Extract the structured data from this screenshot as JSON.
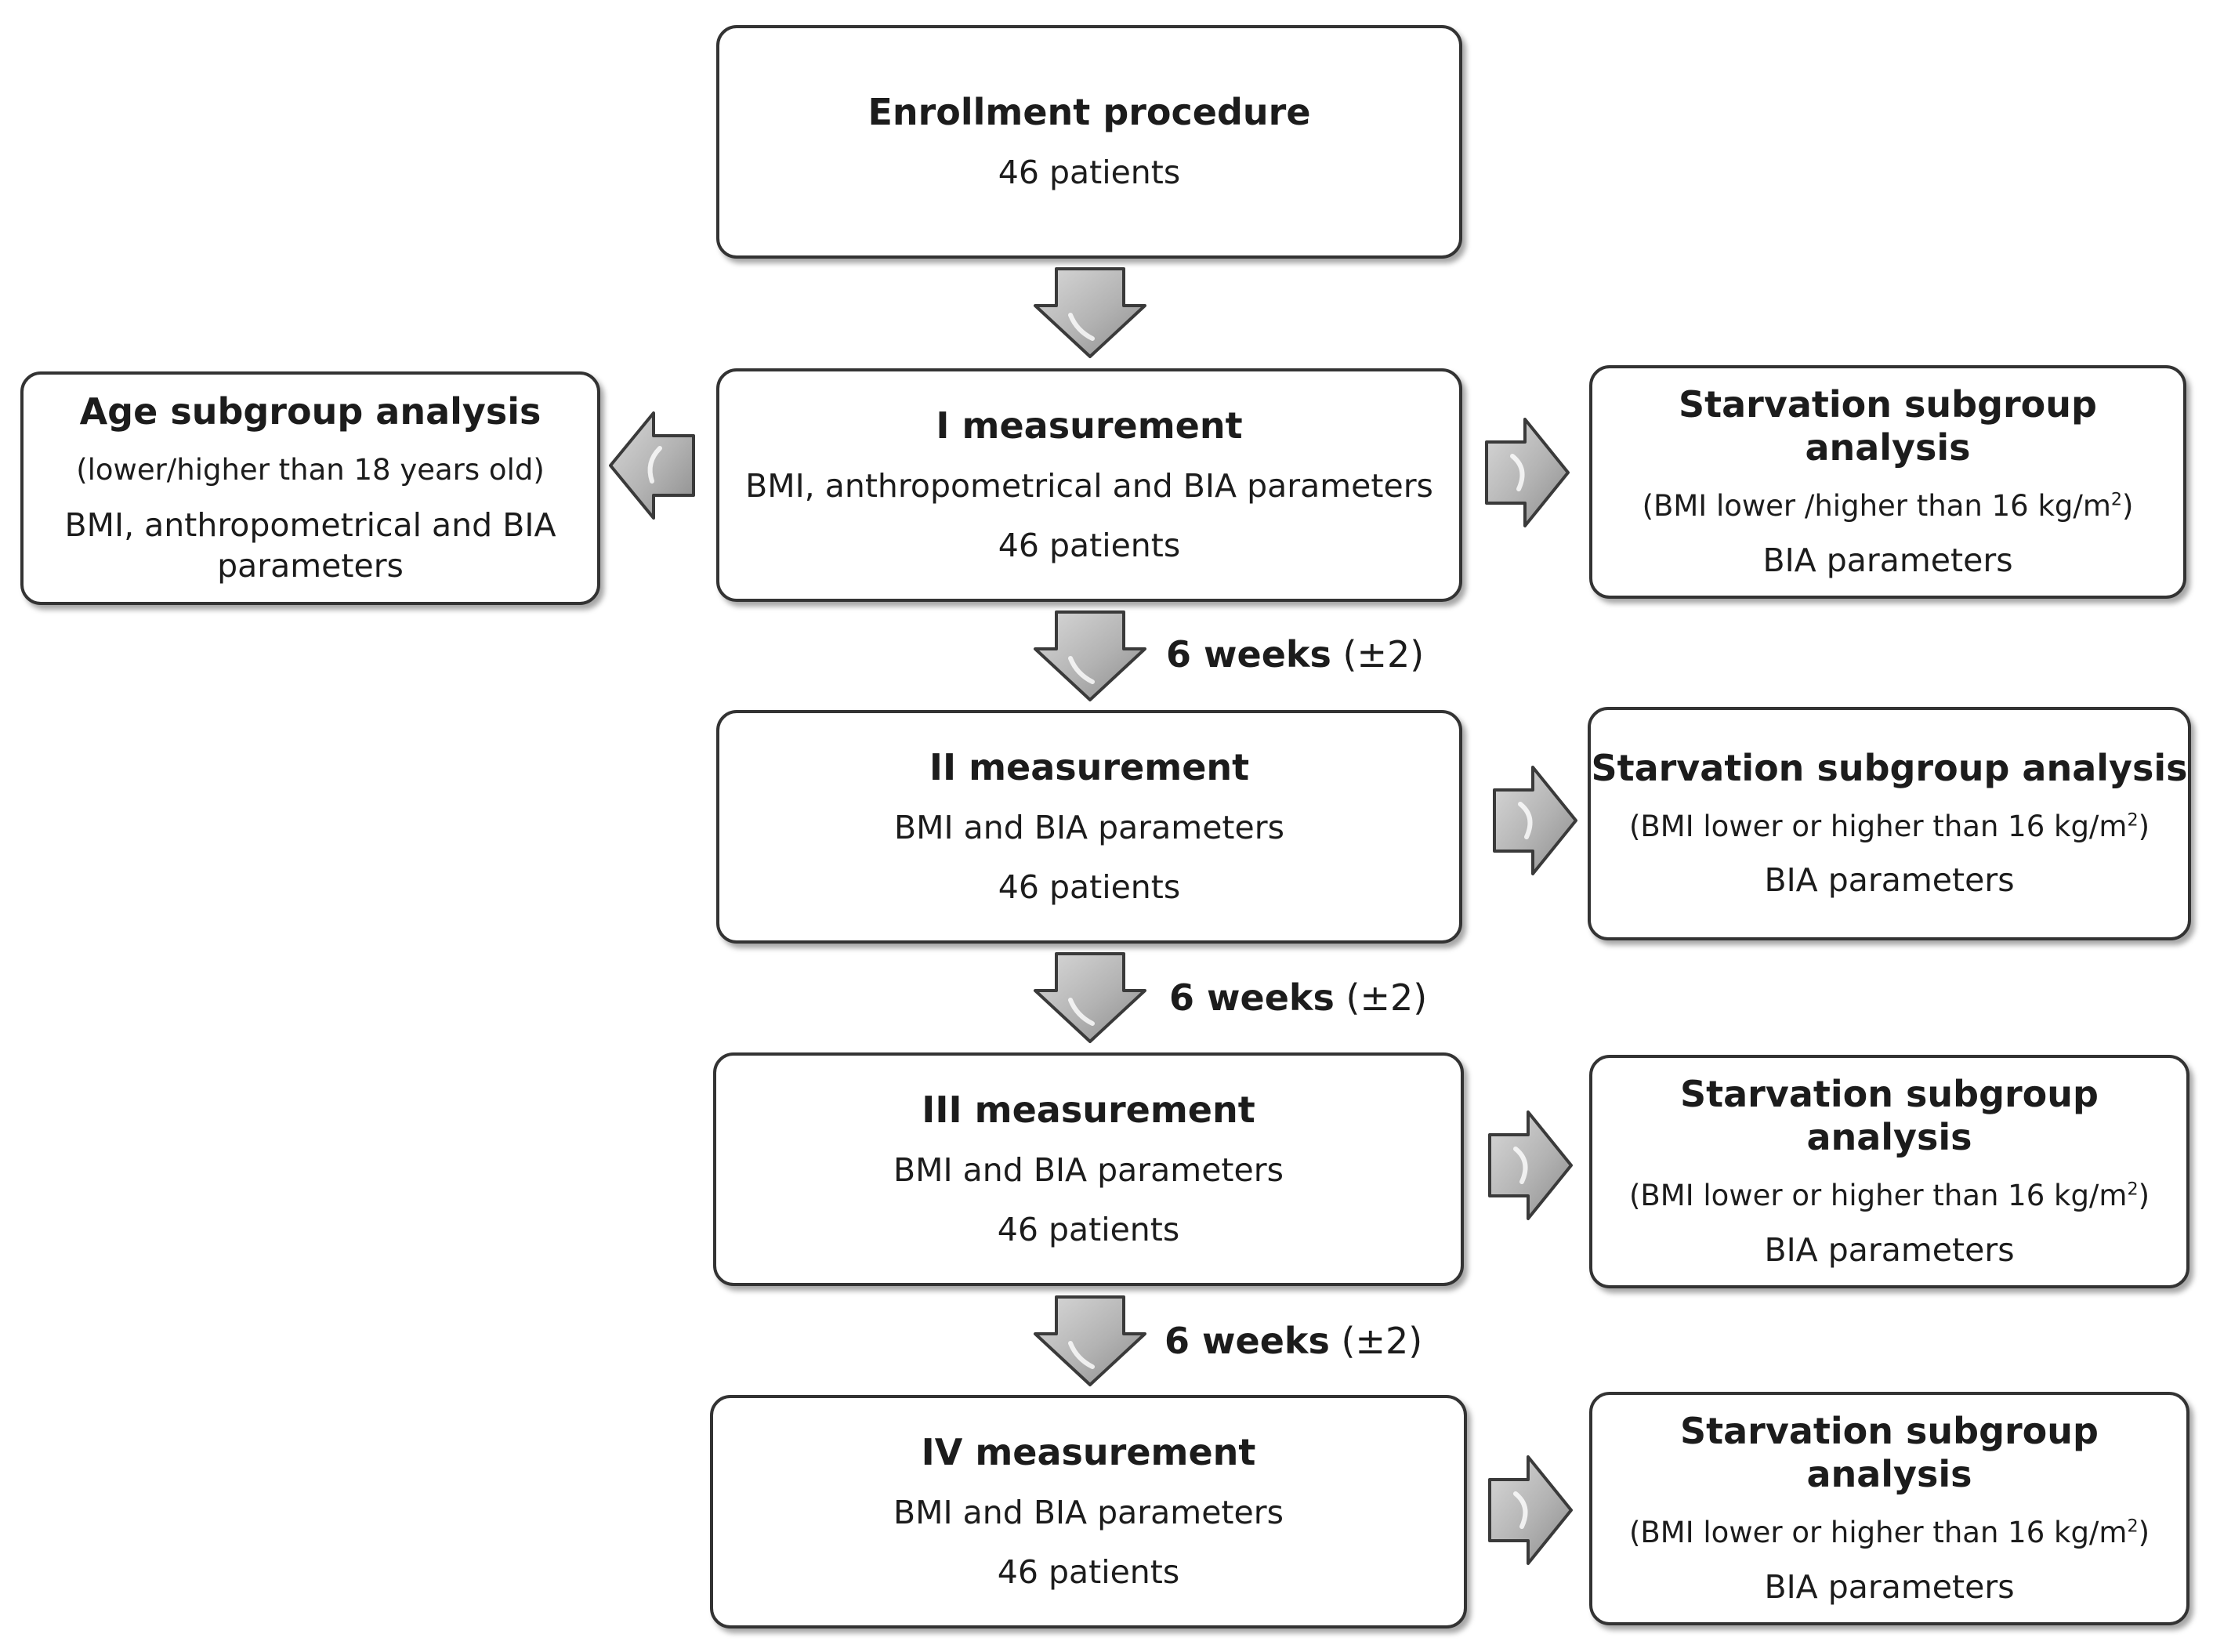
{
  "enrollment": {
    "title": "Enrollment procedure",
    "patients": "46 patients"
  },
  "age_subgroup": {
    "title": "Age subgroup analysis",
    "criterion": "(lower/higher than 18 years old)",
    "parameters": "BMI, anthropometrical and BIA parameters"
  },
  "measurements": [
    {
      "title": "I measurement",
      "parameters": "BMI, anthropometrical and BIA parameters",
      "patients": "46 patients"
    },
    {
      "title": "II measurement",
      "parameters": "BMI and BIA parameters",
      "patients": "46 patients"
    },
    {
      "title": "III measurement",
      "parameters": "BMI and BIA parameters",
      "patients": "46 patients"
    },
    {
      "title": "IV measurement",
      "parameters": "BMI and BIA parameters",
      "patients": "46 patients"
    }
  ],
  "starvation_subgroups": [
    {
      "title": "Starvation subgroup analysis",
      "criterion_prefix": "(BMI lower /higher than 16 kg/m",
      "criterion_sup": "2",
      "criterion_suffix": ")",
      "parameters": "BIA parameters"
    },
    {
      "title": "Starvation subgroup analysis",
      "criterion_prefix": "(BMI lower or higher than 16 kg/m",
      "criterion_sup": "2",
      "criterion_suffix": ")",
      "parameters": "BIA parameters"
    },
    {
      "title": "Starvation subgroup analysis",
      "criterion_prefix": "(BMI lower or higher than 16 kg/m",
      "criterion_sup": "2",
      "criterion_suffix": ")",
      "parameters": "BIA parameters"
    },
    {
      "title": "Starvation subgroup analysis",
      "criterion_prefix": "(BMI lower or higher than 16 kg/m",
      "criterion_sup": "2",
      "criterion_suffix": ")",
      "parameters": "BIA parameters"
    }
  ],
  "intervals": [
    {
      "duration": "6 weeks",
      "tolerance": "(±2)"
    },
    {
      "duration": "6 weeks",
      "tolerance": "(±2)"
    },
    {
      "duration": "6 weeks",
      "tolerance": "(±2)"
    }
  ],
  "colors": {
    "arrow_fill": "#b3b3b3",
    "arrow_stroke": "#3a3a3a",
    "box_border": "#333333"
  }
}
